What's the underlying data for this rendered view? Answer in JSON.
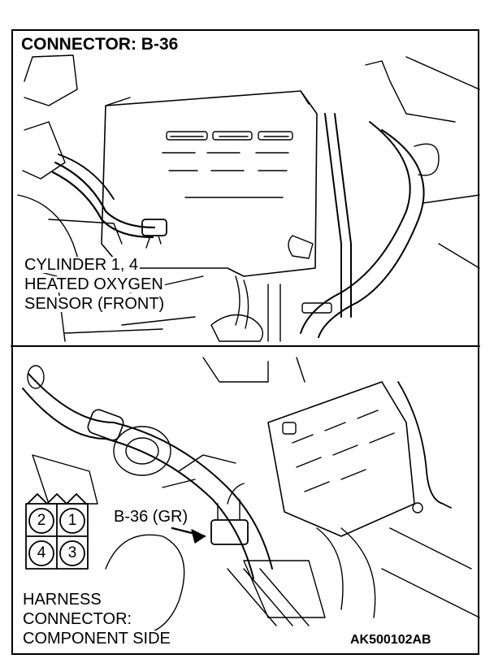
{
  "header": {
    "title": "CONNECTOR: B-36"
  },
  "top_view": {
    "callout_lines": [
      "CYLINDER 1, 4",
      "HEATED OXYGEN",
      "SENSOR (FRONT)"
    ]
  },
  "bottom_view": {
    "connector_callout": "B-36 (GR)",
    "pins": [
      "2",
      "1",
      "4",
      "3"
    ],
    "caption_lines": [
      "HARNESS",
      "CONNECTOR:",
      "COMPONENT SIDE"
    ]
  },
  "footer": {
    "figure_code": "AK500102AB"
  }
}
